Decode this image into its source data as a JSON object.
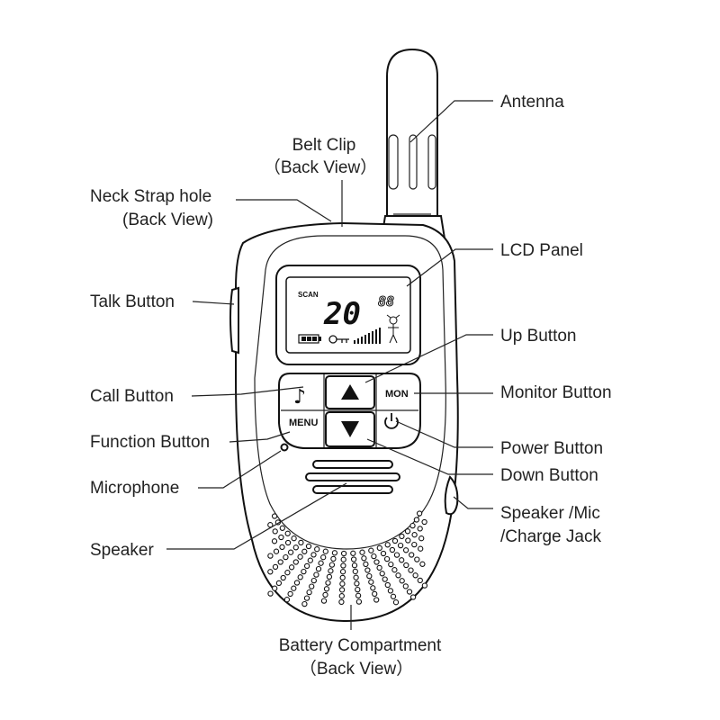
{
  "labels": {
    "antenna": "Antenna",
    "belt_clip": "Belt Clip",
    "belt_clip_sub": "（Back View）",
    "neck_strap": "Neck Strap hole",
    "neck_strap_sub": "(Back View)",
    "lcd_panel": "LCD Panel",
    "talk_button": "Talk Button",
    "up_button": "Up Button",
    "call_button": "Call Button",
    "monitor_button": "Monitor Button",
    "function_button": "Function Button",
    "power_button": "Power Button",
    "down_button": "Down Button",
    "microphone": "Microphone",
    "speaker_mic_jack": "Speaker /Mic",
    "speaker_mic_jack_sub": "/Charge Jack",
    "speaker": "Speaker",
    "battery": "Battery Compartment",
    "battery_sub": "（Back View）"
  },
  "lcd": {
    "scan": "SCAN",
    "channel": "20",
    "code": "88"
  },
  "buttons": {
    "mon": "MON",
    "menu": "MENU"
  }
}
